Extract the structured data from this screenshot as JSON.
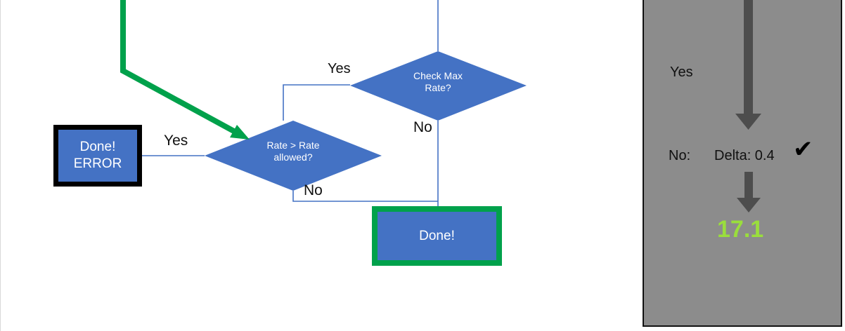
{
  "canvas": {
    "background": "#ffffff",
    "shape_fill": "#4472c4",
    "connector_color": "#4472c4",
    "highlight_green": "#00a14b",
    "error_border": "#000000"
  },
  "flowchart": {
    "nodes": [
      {
        "id": "check-max-rate",
        "type": "decision",
        "text": "Check Max\nRate?",
        "line1": "Check Max",
        "line2": "Rate?"
      },
      {
        "id": "rate-gt-rate-allowed",
        "type": "decision",
        "text": "Rate > Rate\nallowed?",
        "line1": "Rate > Rate",
        "line2": "allowed?"
      },
      {
        "id": "done-error",
        "type": "process",
        "text": "Done!\nERROR",
        "line1": "Done!",
        "line2": "ERROR"
      },
      {
        "id": "done-ok",
        "type": "process",
        "text": "Done!",
        "line1": "Done!"
      }
    ],
    "edge_labels": {
      "yes_to_rate_check": "Yes",
      "no_from_check_max": "No",
      "yes_to_error": "Yes",
      "no_to_done": "No"
    }
  },
  "panel": {
    "background": "#8c8c8c",
    "yes_label": "Yes",
    "no_label": "No:",
    "delta_label": "Delta: 0.4",
    "check_icon": "✔",
    "result_value": "17.1",
    "result_color": "#9ade3c",
    "arrow_color": "#4d4d4d"
  }
}
